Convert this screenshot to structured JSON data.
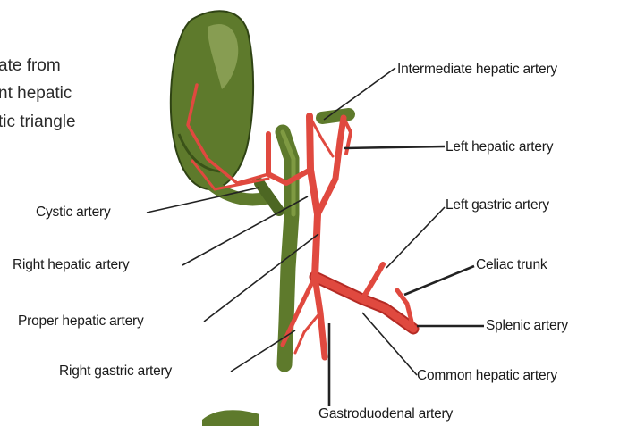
{
  "colors": {
    "background": "#ffffff",
    "gallbladder": "#5e7a2c",
    "gallbladder_dark": "#2f4314",
    "artery": "#e0493f",
    "artery_dark": "#b42a24",
    "leader_line": "#222222",
    "text": "#1a1a1a"
  },
  "text_fragment": {
    "line1": "ate from",
    "line2": "nt hepatic",
    "line3": "tic triangle"
  },
  "labels": {
    "intermediate_hepatic": "Intermediate hepatic artery",
    "left_hepatic": "Left hepatic artery",
    "left_gastric": "Left gastric artery",
    "celiac_trunk": "Celiac trunk",
    "splenic": "Splenic artery",
    "common_hepatic": "Common hepatic artery",
    "gastroduodenal": "Gastroduodenal artery",
    "right_gastric": "Right gastric artery",
    "proper_hepatic": "Proper hepatic artery",
    "right_hepatic": "Right hepatic artery",
    "cystic": "Cystic artery"
  }
}
